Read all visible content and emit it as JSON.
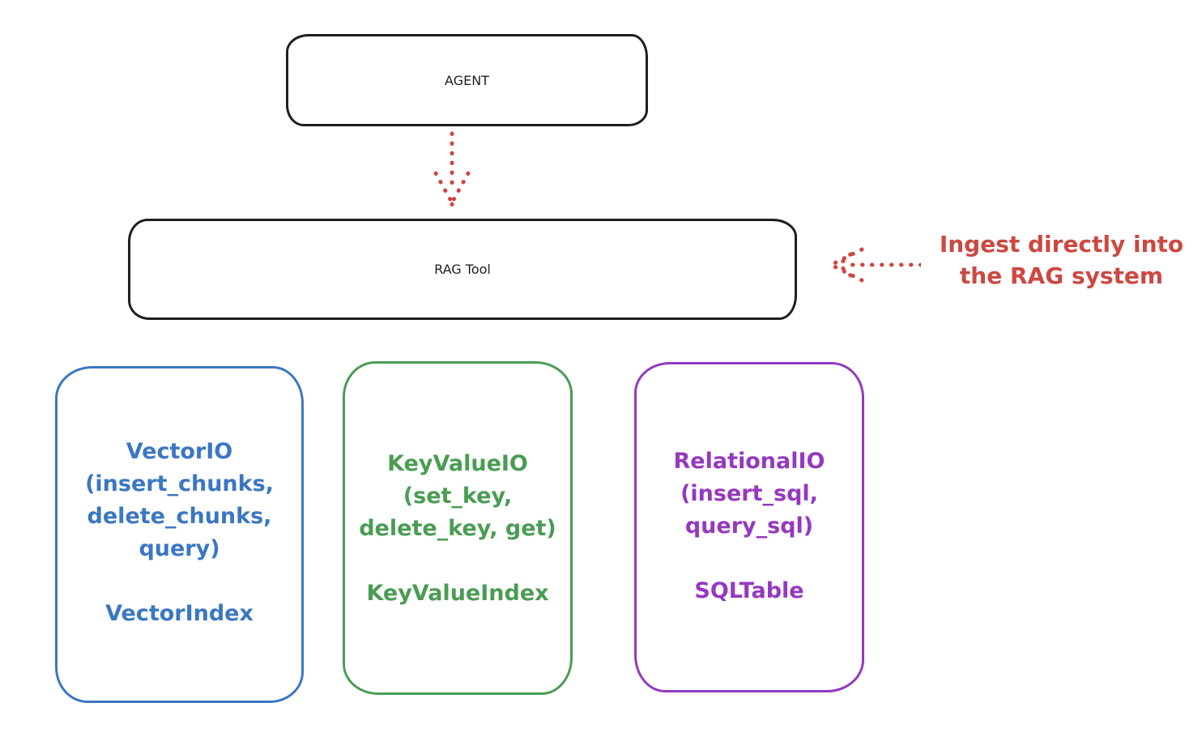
{
  "agent_box": {
    "label": "AGENT"
  },
  "rag_box": {
    "label": "RAG Tool"
  },
  "annotation": {
    "line1": "Ingest directly into",
    "line2": "the RAG system",
    "color": "#cc4842"
  },
  "arrows": [
    {
      "name": "agent-to-rag",
      "style": "dotted",
      "direction": "down",
      "color": "#cc4842"
    },
    {
      "name": "annotation-to-rag",
      "style": "dotted",
      "direction": "left",
      "color": "#cc4842"
    }
  ],
  "io_boxes": [
    {
      "id": "vector",
      "color": "#3b77c2",
      "lines": [
        "VectorIO",
        "(insert_chunks,",
        "delete_chunks,",
        "query)"
      ],
      "index_label": "VectorIndex"
    },
    {
      "id": "keyvalue",
      "color": "#4a9c53",
      "lines": [
        "KeyValueIO",
        "(set_key,",
        "delete_key, get)"
      ],
      "index_label": "KeyValueIndex"
    },
    {
      "id": "relational",
      "color": "#9439bf",
      "lines": [
        "RelationalIO",
        "(insert_sql,",
        "query_sql)"
      ],
      "index_label": "SQLTable"
    }
  ],
  "colors": {
    "stroke": "#1f1f23",
    "background": "#ffffff"
  }
}
